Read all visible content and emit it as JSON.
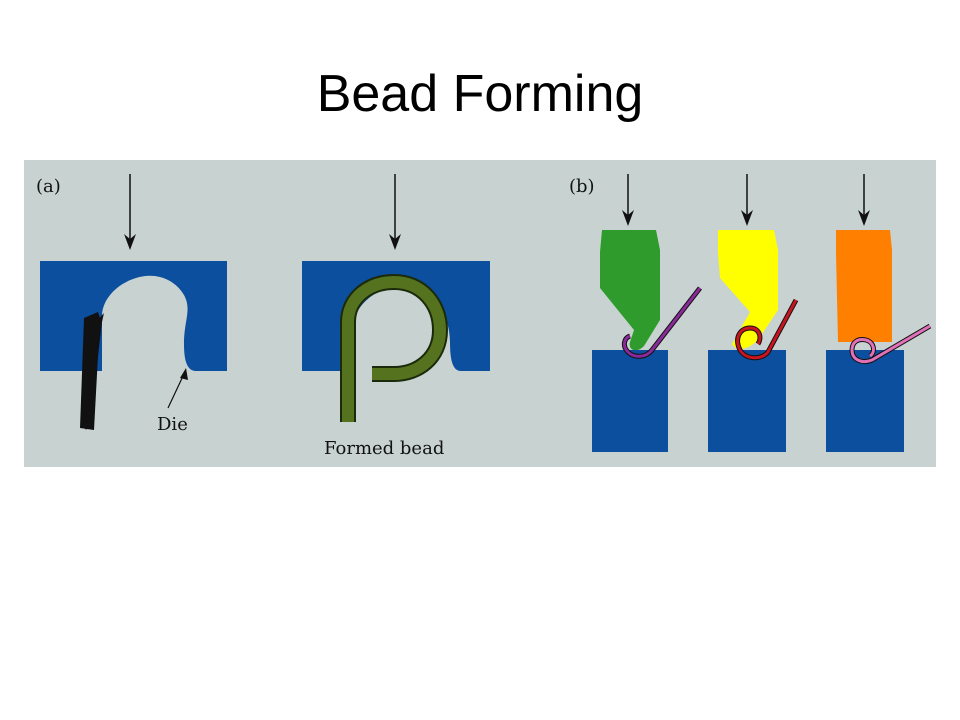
{
  "title": "Bead Forming",
  "figure": {
    "panel_a": {
      "label": "(a)",
      "die_label": "Die",
      "bead_label": "Formed bead"
    },
    "panel_b": {
      "label": "(b)"
    },
    "colors": {
      "background": "#c8d2d0",
      "die_blue": "#0c4f9e",
      "strip_black": "#111111",
      "bead_olive": "#55731f",
      "punch_green": "#2e9b2c",
      "punch_yellow": "#ffff00",
      "punch_orange": "#ff7f00",
      "strip_purple": "#8a2a9a",
      "strip_red": "#c8141e",
      "strip_pink": "#e070b8"
    }
  }
}
